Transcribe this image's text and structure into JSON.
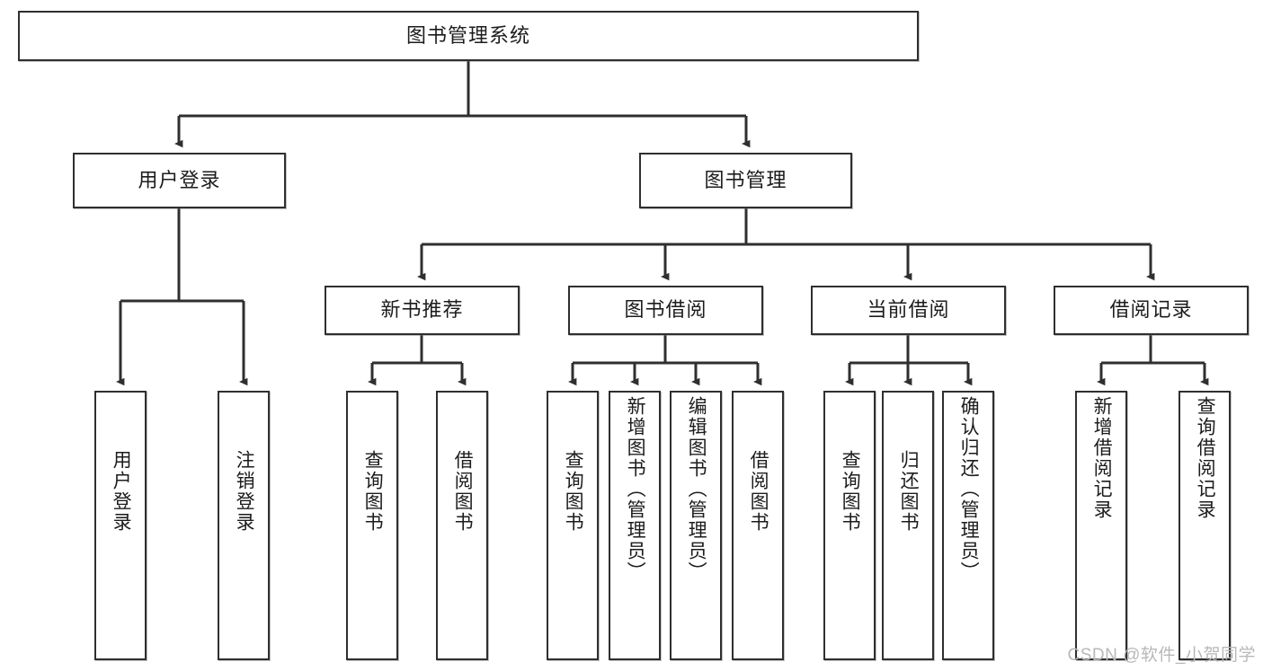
{
  "diagram": {
    "type": "hierarchy-tree",
    "title": "图书管理系统",
    "root": {
      "id": "root",
      "label": "图书管理系统"
    },
    "level2": [
      {
        "id": "user-login",
        "label": "用户登录"
      },
      {
        "id": "book-management",
        "label": "图书管理"
      }
    ],
    "level3": [
      {
        "id": "new-book-recommend",
        "label": "新书推荐",
        "parent": "book-management"
      },
      {
        "id": "book-borrow",
        "label": "图书借阅",
        "parent": "book-management"
      },
      {
        "id": "current-borrow",
        "label": "当前借阅",
        "parent": "book-management"
      },
      {
        "id": "borrow-record",
        "label": "借阅记录",
        "parent": "book-management"
      }
    ],
    "leaves": [
      {
        "id": "leaf-user-login",
        "label": "用户登录",
        "parent": "user-login"
      },
      {
        "id": "leaf-logout-login",
        "label": "注销登录",
        "parent": "user-login"
      },
      {
        "id": "leaf-query-book-1",
        "label": "查询图书",
        "parent": "new-book-recommend"
      },
      {
        "id": "leaf-borrow-book-1",
        "label": "借阅图书",
        "parent": "new-book-recommend"
      },
      {
        "id": "leaf-query-book-2",
        "label": "查询图书",
        "parent": "book-borrow"
      },
      {
        "id": "leaf-add-book",
        "label": "新增图书（管理员）",
        "parent": "book-borrow"
      },
      {
        "id": "leaf-edit-book",
        "label": "编辑图书（管理员）",
        "parent": "book-borrow"
      },
      {
        "id": "leaf-borrow-book-2",
        "label": "借阅图书",
        "parent": "book-borrow"
      },
      {
        "id": "leaf-query-book-3",
        "label": "查询图书",
        "parent": "current-borrow"
      },
      {
        "id": "leaf-return-book",
        "label": "归还图书",
        "parent": "current-borrow"
      },
      {
        "id": "leaf-confirm-return",
        "label": "确认归还（管理员）",
        "parent": "current-borrow"
      },
      {
        "id": "leaf-add-record",
        "label": "新增借阅记录",
        "parent": "borrow-record"
      },
      {
        "id": "leaf-query-record",
        "label": "查询借阅记录",
        "parent": "borrow-record"
      }
    ],
    "colors": {
      "stroke": "#2f2f2f",
      "fill": "#ffffff",
      "text": "#1c1c1c",
      "watermark": "#b8b8b8"
    }
  },
  "watermark": {
    "text": "CSDN @软件_小贺同学"
  }
}
